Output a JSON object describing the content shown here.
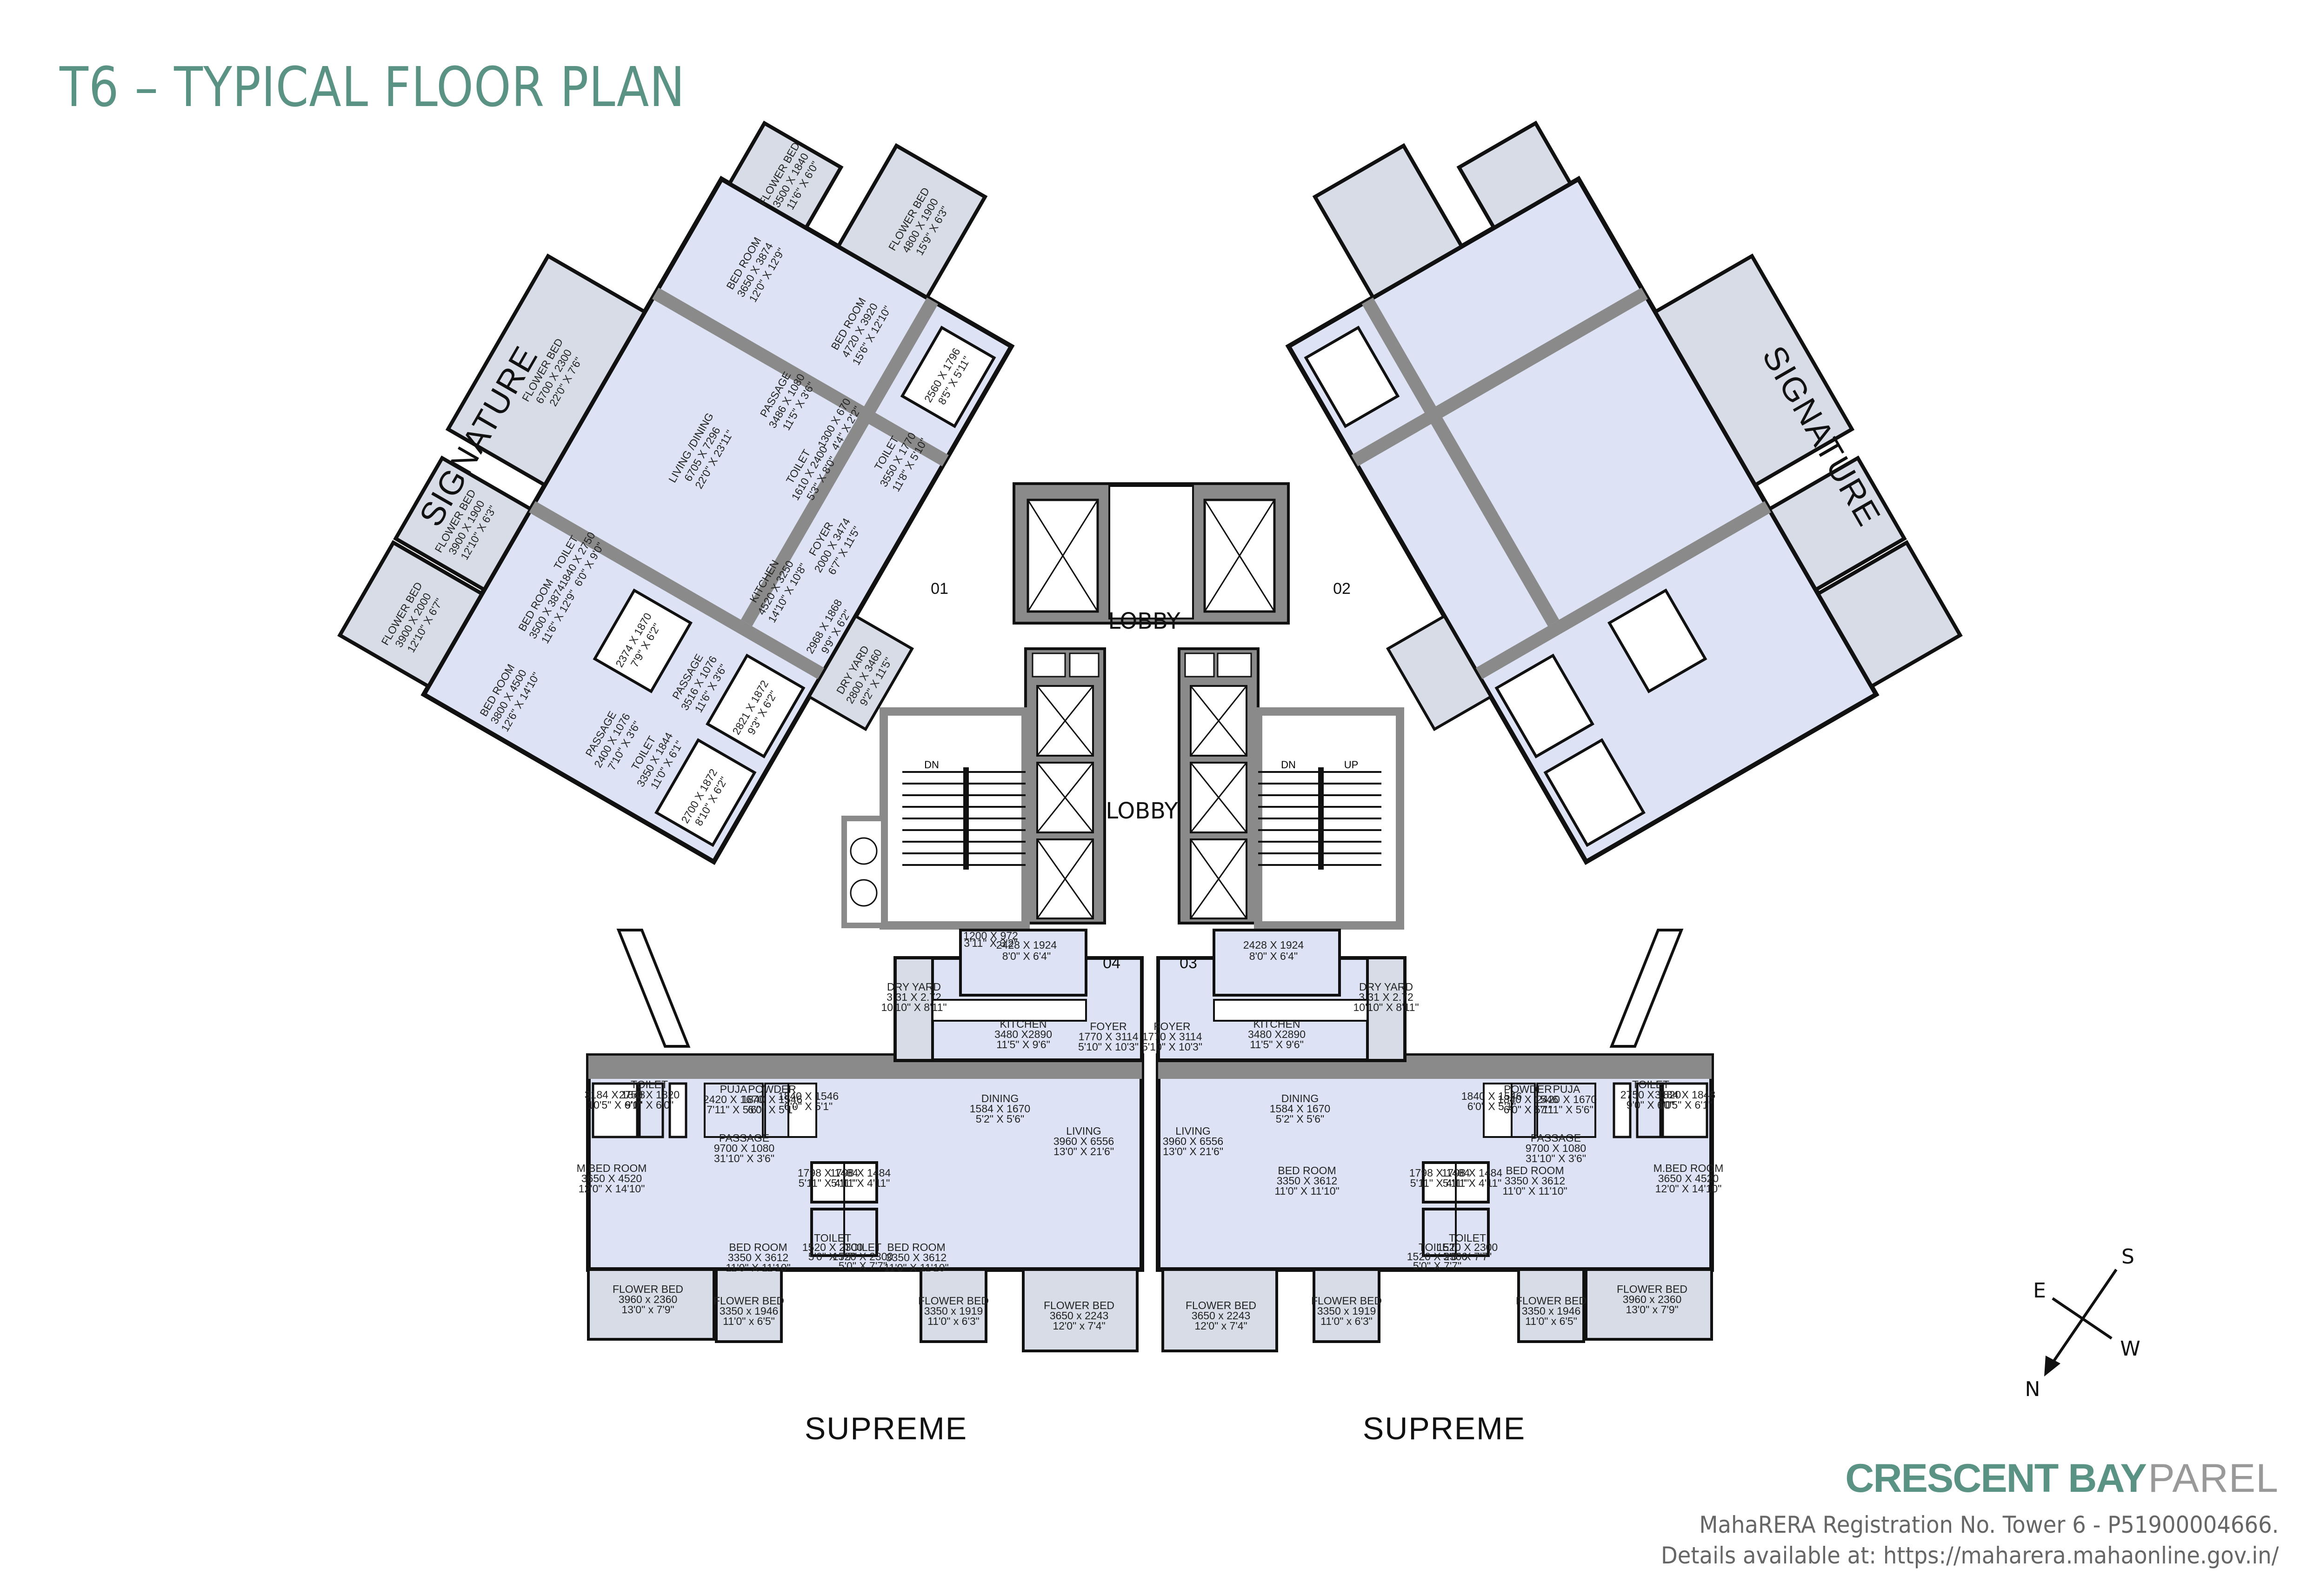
{
  "header": {
    "title": "T6 – TYPICAL FLOOR PLAN"
  },
  "colors": {
    "accent": "#5a9384",
    "room_fill": "#dde3f4",
    "flowerbed_fill": "#d8dce6",
    "wall": "#8a8a8a",
    "line": "#111111"
  },
  "units": {
    "signature_left": {
      "label": "SIGNATURE",
      "flat_no": "01",
      "rooms": [
        {
          "name": "FLOWER BED",
          "mm": "6700 X 2300",
          "ft": "22'0\" X 7'6\""
        },
        {
          "name": "LIVING /DINING",
          "mm": "6705 X 7296",
          "ft": "22'0\" X 23'11\""
        },
        {
          "name": "FLOWER BED",
          "mm": "4800 X 1900",
          "ft": "15'9\" X 6'3\""
        },
        {
          "name": "BED ROOM",
          "mm": "4720 X 3920",
          "ft": "15'6\" X 12'10\""
        },
        {
          "name": "",
          "mm": "2560 X 1796",
          "ft": "8'5\" X 5'11\""
        },
        {
          "name": "FLOWER BED",
          "mm": "3500 X 1840",
          "ft": "11'6\" X 6'0\""
        },
        {
          "name": "BED ROOM",
          "mm": "3650 X 3874",
          "ft": "12'0\" X 12'9\""
        },
        {
          "name": "PASSAGE",
          "mm": "3486 X 1080",
          "ft": "11'5\" X 3'6\""
        },
        {
          "name": "TOILET",
          "mm": "3550 X 1770",
          "ft": "11'8\" X 5'10\""
        },
        {
          "name": "",
          "mm": "1300 X 670",
          "ft": "4'4\" X 2'2\""
        },
        {
          "name": "TOILET",
          "mm": "1610 X 2400",
          "ft": "5'3\" X 8'0\""
        },
        {
          "name": "FOYER",
          "mm": "2000 X 3474",
          "ft": "6'7\" X 11'5\""
        },
        {
          "name": "KITCHEN",
          "mm": "4520 X 3250",
          "ft": "14'10\" X 10'8\""
        },
        {
          "name": "",
          "mm": "2968 X 1868",
          "ft": "9'9\" X 6'2\""
        },
        {
          "name": "DRY YARD",
          "mm": "2800 X 3460",
          "ft": "9'2\" X 11'5\""
        },
        {
          "name": "TOILET",
          "mm": "1840 X 2750",
          "ft": "6'0\" X 9'0\""
        },
        {
          "name": "",
          "mm": "2374 X 1870",
          "ft": "7'9\" X 6'2\""
        },
        {
          "name": "FLOWER BED",
          "mm": "3900 X 1900",
          "ft": "12'10\" X 6'3\""
        },
        {
          "name": "BED ROOM",
          "mm": "3500 X 3874",
          "ft": "11'6\" X 12'9\""
        },
        {
          "name": "PASSAGE",
          "mm": "3516 X 1076",
          "ft": "11'6\" X 3'6\""
        },
        {
          "name": "",
          "mm": "2821 X 1872",
          "ft": "9'3\" X 6'2\""
        },
        {
          "name": "TOILET",
          "mm": "3350 X 1844",
          "ft": "11'0\" X 6'1\""
        },
        {
          "name": "PASSAGE",
          "mm": "2400 X 1076",
          "ft": "7'10\" X 3'6\""
        },
        {
          "name": "FLOWER BED",
          "mm": "3900 X 2000",
          "ft": "12'10\" X 6'7\""
        },
        {
          "name": "BED ROOM",
          "mm": "3800 X 4500",
          "ft": "12'6\" X 14'10\""
        },
        {
          "name": "",
          "mm": "2700 X 1872",
          "ft": "8'10\" X 6'2\""
        }
      ]
    },
    "signature_right": {
      "label": "SIGNATURE",
      "flat_no": "02"
    },
    "supreme_left": {
      "label": "SUPREME",
      "flat_no": "04",
      "rooms": [
        {
          "name": "",
          "mm": "2428 X 1924",
          "ft": "8'0\" X 6'4\""
        },
        {
          "name": "",
          "mm": "1200 X 972",
          "ft": "3'11\" X 3'2\""
        },
        {
          "name": "DRY YARD",
          "mm": "3.31 X 2.72",
          "ft": "10'10\" X 8'11\""
        },
        {
          "name": "KITCHEN",
          "mm": "3480 X2890",
          "ft": "11'5\" X 9'6\""
        },
        {
          "name": "FOYER",
          "mm": "1770 X 3114",
          "ft": "5'10\" X 10'3\""
        },
        {
          "name": "",
          "mm": "3184 X 1848",
          "ft": "10'5\" X 6'1\""
        },
        {
          "name": "TOILET",
          "mm": "2750 X 1820",
          "ft": "9'0\" X 6'0\""
        },
        {
          "name": "PUJA",
          "mm": "2420 X 1670",
          "ft": "7'11\" X 5'6\""
        },
        {
          "name": "POWDER",
          "mm": "1840 X 1546",
          "ft": "6'0\" X 5'1\""
        },
        {
          "name": "",
          "mm": "1840 X 1546",
          "ft": "6'0\" X 5'1\""
        },
        {
          "name": "DINING",
          "mm": "1584 X 1670",
          "ft": "5'2\" X 5'6\""
        },
        {
          "name": "PASSAGE",
          "mm": "9700 X 1080",
          "ft": "31'10\" X 3'6\""
        },
        {
          "name": "LIVING",
          "mm": "3960 X 6556",
          "ft": "13'0\" X 21'6\""
        },
        {
          "name": "M.BED ROOM",
          "mm": "3650 X 4520",
          "ft": "12'0\" X 14'10\""
        },
        {
          "name": "",
          "mm": "1798 X 1484",
          "ft": "5'11\" X 4'11\""
        },
        {
          "name": "",
          "mm": "1798 X 1484",
          "ft": "5'11\" X 4'11\""
        },
        {
          "name": "BED ROOM",
          "mm": "3350 X 3612",
          "ft": "11'0\" X 11'10\""
        },
        {
          "name": "TOILET",
          "mm": "1520 X 2300",
          "ft": "5'0\" X 7'7\""
        },
        {
          "name": "TOILET",
          "mm": "1520 X 2300",
          "ft": "5'0\" X 7'7\""
        },
        {
          "name": "BED ROOM",
          "mm": "3350 X 3612",
          "ft": "11'0\" X 11'10\""
        },
        {
          "name": "FLOWER BED",
          "mm": "3960 x 2360",
          "ft": "13'0\" x 7'9\""
        },
        {
          "name": "FLOWER BED",
          "mm": "3350 x 1946",
          "ft": "11'0\" x 6'5\""
        },
        {
          "name": "FLOWER BED",
          "mm": "3350 x 1919",
          "ft": "11'0\" x 6'3\""
        },
        {
          "name": "FLOWER BED",
          "mm": "3650 x 2243",
          "ft": "12'0\" x 7'4\""
        }
      ]
    },
    "supreme_right": {
      "label": "SUPREME",
      "flat_no": "03"
    }
  },
  "core": {
    "lobby_upper": "LOBBY",
    "lobby_lower": "LOBBY",
    "stair_left_dn": "DN",
    "stair_right_dn": "DN",
    "stair_right_up": "UP"
  },
  "compass": {
    "n": "N",
    "s": "S",
    "e": "E",
    "w": "W"
  },
  "footer": {
    "brand_main": "CRESCENT BAY",
    "brand_sub": "PAREL",
    "registration": "MahaRERA Registration No. Tower 6 - P51900004666.",
    "details": "Details available at: https://maharera.mahaonline.gov.in/"
  }
}
